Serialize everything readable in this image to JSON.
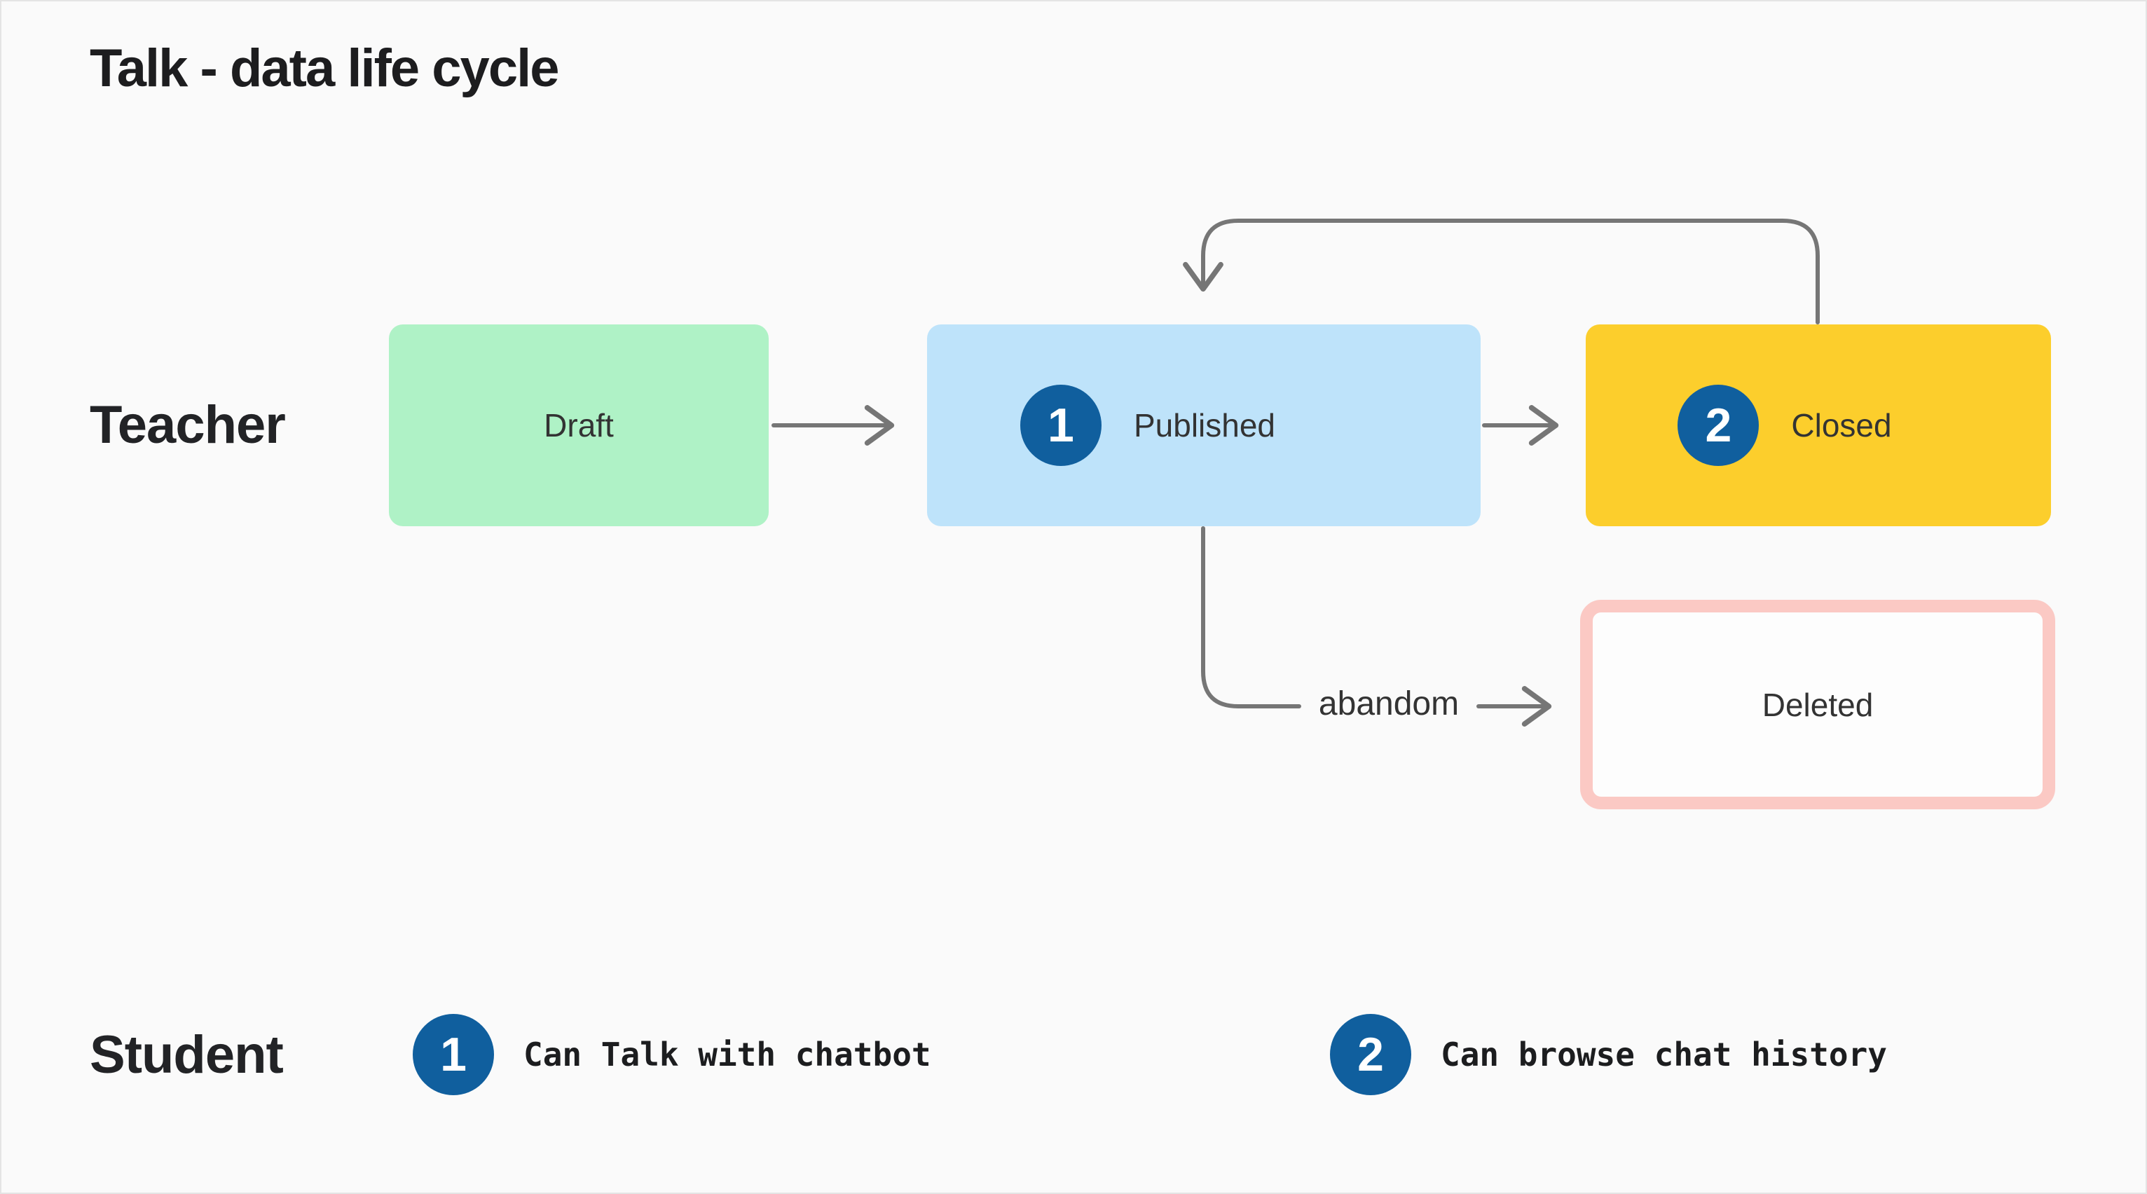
{
  "title": "Talk - data life cycle",
  "lanes": {
    "teacher": "Teacher",
    "student": "Student"
  },
  "nodes": {
    "draft": {
      "label": "Draft"
    },
    "published": {
      "label": "Published",
      "badge": "1"
    },
    "closed": {
      "label": "Closed",
      "badge": "2"
    },
    "deleted": {
      "label": "Deleted"
    }
  },
  "edges": {
    "abandon_label": "abandom"
  },
  "legend": {
    "items": [
      {
        "badge": "1",
        "text": "Can Talk with chatbot"
      },
      {
        "badge": "2",
        "text": "Can browse chat history"
      }
    ]
  },
  "colors": {
    "background": "#fafafa",
    "draft_fill": "#aff2c6",
    "published_fill": "#bee3fa",
    "closed_fill": "#fcce2c",
    "deleted_border": "#fbc9c4",
    "deleted_fill": "#fdfdfd",
    "badge_fill": "#105f9e",
    "badge_number_color": "#ffffff",
    "connector": "#767676",
    "heading_text": "#1d1d1f",
    "node_text": "#333333"
  }
}
